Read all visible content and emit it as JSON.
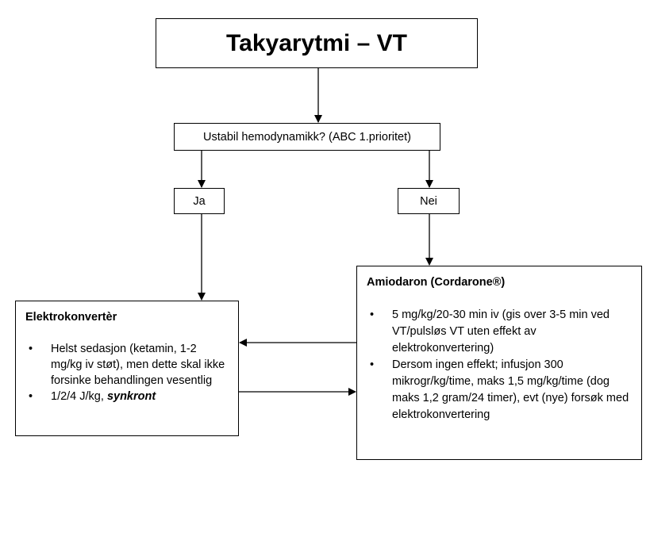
{
  "title": "Takyarytmi – VT",
  "question": "Ustabil hemodynamikk? (ABC 1.prioritet)",
  "yes": "Ja",
  "no": "Nei",
  "elektro": {
    "title": "Elektrokonvertèr",
    "bullet1": "Helst sedasjon (ketamin, 1-2 mg/kg iv støt), men dette skal ikke forsinke behandlingen vesentlig",
    "bullet2_prefix": "1/2/4 J/kg, ",
    "bullet2_emph": "synkront"
  },
  "amiodaron": {
    "title": "Amiodaron (Cordarone®)",
    "bullet1": "5 mg/kg/20-30 min iv (gis over 3-5 min ved VT/pulsløs VT uten effekt av elektrokonvertering)",
    "bullet2": "Dersom ingen effekt; infusjon 300 mikrogr/kg/time, maks 1,5 mg/kg/time (dog maks 1,2 gram/24 timer), evt (nye) forsøk med elektrokonvertering"
  }
}
